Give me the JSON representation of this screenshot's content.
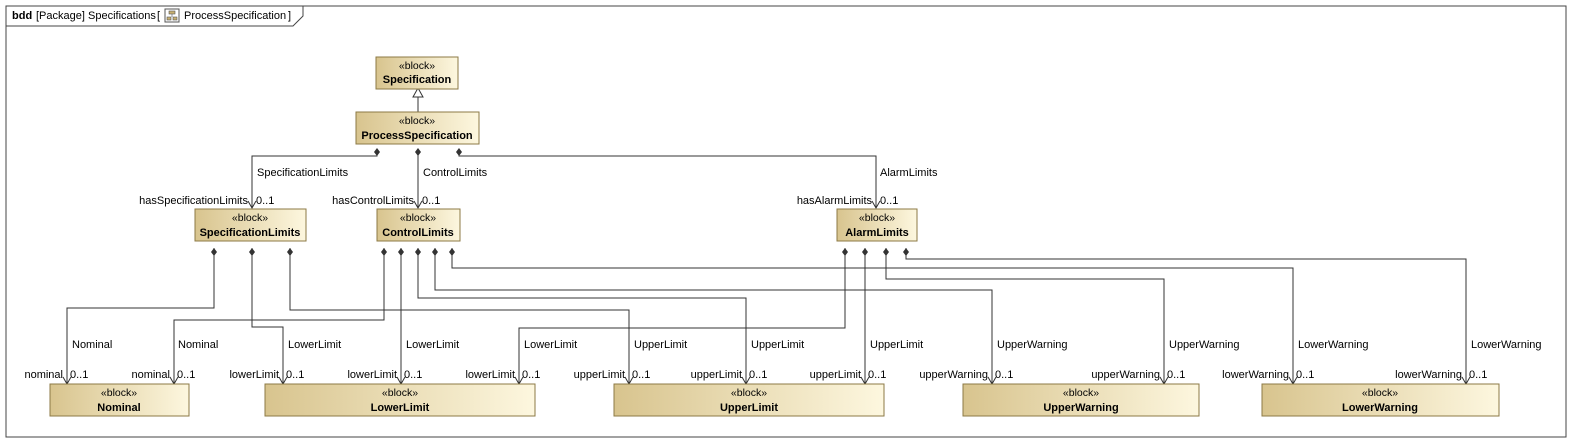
{
  "frame": {
    "kind": "bdd",
    "package": "[Package]",
    "name": "Specifications",
    "open_bracket": "[",
    "diagram": "ProcessSpecification",
    "close_bracket": "]"
  },
  "stereotype": "«block»",
  "blocks": {
    "specification": "Specification",
    "process_specification": "ProcessSpecification",
    "specification_limits": "SpecificationLimits",
    "control_limits": "ControlLimits",
    "alarm_limits": "AlarmLimits",
    "nominal": "Nominal",
    "lower_limit": "LowerLimit",
    "upper_limit": "UpperLimit",
    "upper_warning": "UpperWarning",
    "lower_warning": "LowerWarning"
  },
  "labels": {
    "specification_limits_assoc": "SpecificationLimits",
    "control_limits_assoc": "ControlLimits",
    "alarm_limits_assoc": "AlarmLimits",
    "has_specification_limits": "hasSpecificationLimits",
    "has_control_limits": "hasControlLimits",
    "has_alarm_limits": "hasAlarmLimits",
    "nominal_assoc": "Nominal",
    "lower_limit_assoc": "LowerLimit",
    "upper_limit_assoc": "UpperLimit",
    "upper_warning_assoc": "UpperWarning",
    "lower_warning_assoc": "LowerWarning",
    "nominal_role": "nominal",
    "lower_limit_role": "lowerLimit",
    "upper_limit_role": "upperLimit",
    "upper_warning_role": "upperWarning",
    "lower_warning_role": "lowerWarning",
    "multiplicity": "0..1"
  }
}
